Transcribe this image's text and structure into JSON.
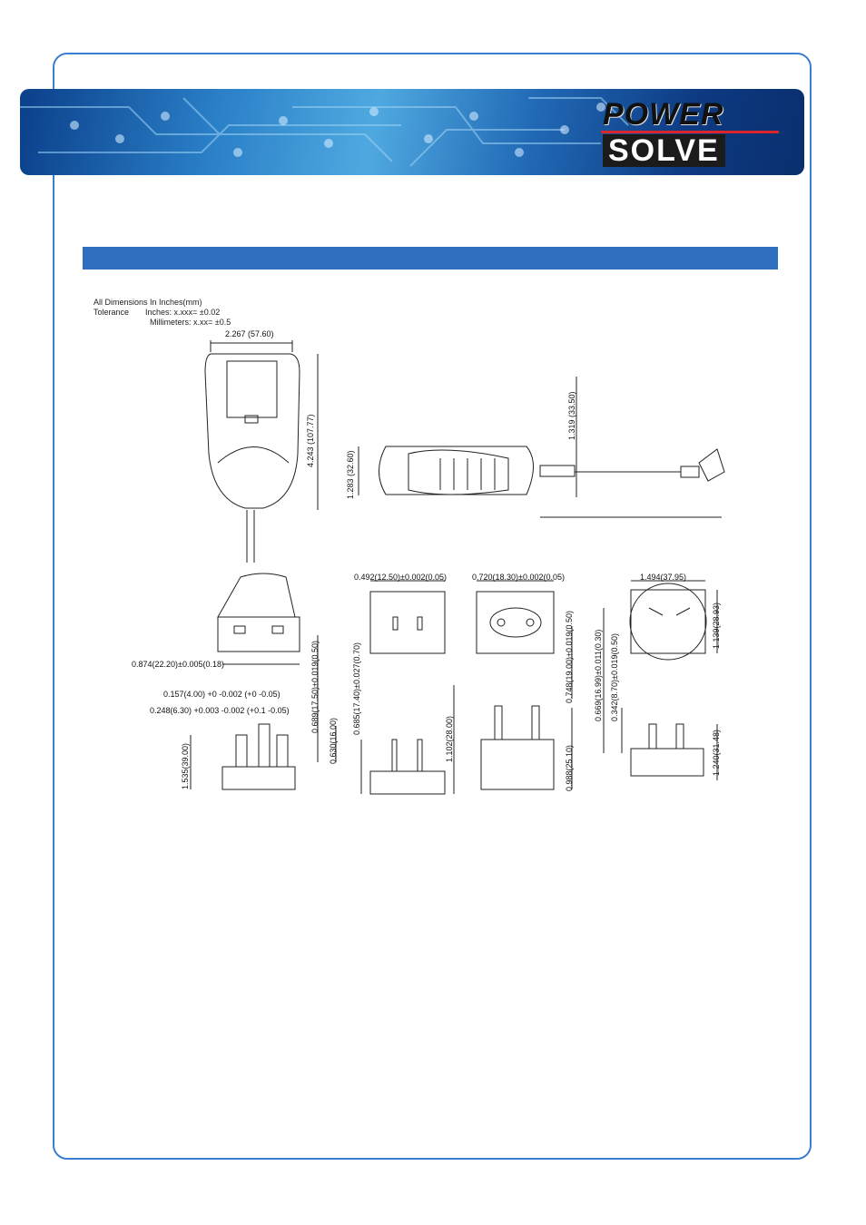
{
  "logo": {
    "top": "POWER",
    "bottom": "SOLVE"
  },
  "notes": {
    "line1": "All Dimensions In Inches(mm)",
    "tolerance_label": "Tolerance",
    "inches": "Inches: x.xxx= ±0.02",
    "millimeters": "Millimeters: x.xx= ±0.5"
  },
  "dims": {
    "width_main": "2.267 (57.60)",
    "height_main": "4.243 (107.77)",
    "side_height": "1.283 (32.60)",
    "side_top": "1.319 (33.50)",
    "uk_width": "0.874(22.20)±0.005(0.18)",
    "uk_pin1": "0.157(4.00) +0 -0.002 (+0 -0.05)",
    "uk_pin2": "0.248(6.30) +0.003 -0.002 (+0.1 -0.05)",
    "uk_height": "1.535(39.00)",
    "uk_v1": "0.689(17.50)±0.019(0.50)",
    "uk_v2": "0.630(16.00)",
    "us_width": "0.492(12.50)±0.002(0.05)",
    "us_v1": "0.685(17.40)±0.027(0.70)",
    "us_v2": "1.102(28.00)",
    "eu_width": "0.720(18.30)±0.002(0.05)",
    "eu_v1": "0.748(19.00)±0.019(0.50)",
    "eu_v2": "0.988(25.10)",
    "au_width": "1.494(37.95)",
    "au_h": "1.139(28.93)",
    "au_v1": "0.669(16.99)±0.011(0.30)",
    "au_v2": "0.342(8.70)±0.019(0.50)",
    "au_v3": "1.240(31.48)"
  }
}
